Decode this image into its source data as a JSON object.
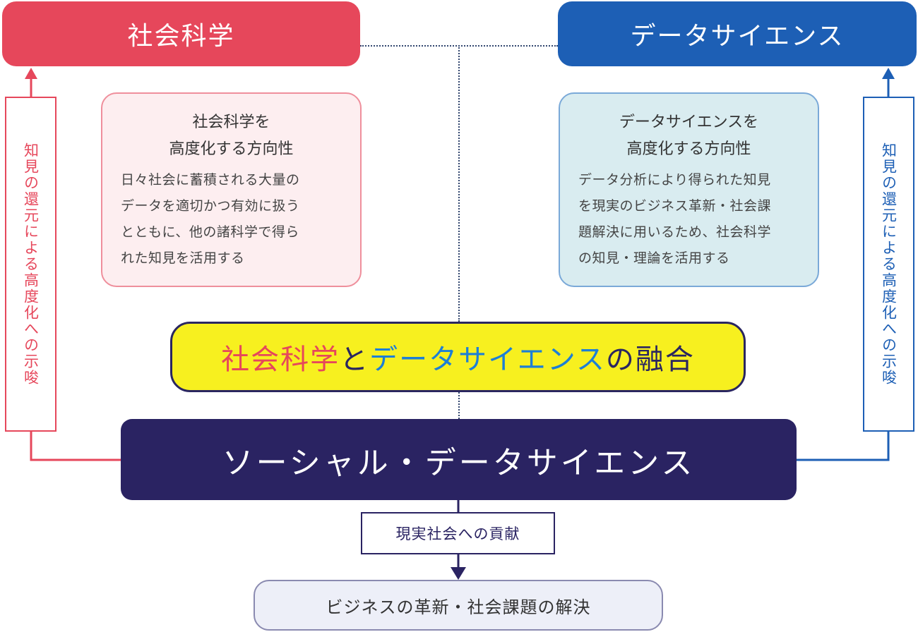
{
  "headers": {
    "left": "社会科学",
    "right": "データサイエンス"
  },
  "left_panel": {
    "title": "社会科学を\n高度化する方向性",
    "body": "日々社会に蓄積される大量の\nデータを適切かつ有効に扱う\nとともに、他の諸科学で得ら\nれた知見を活用する"
  },
  "right_panel": {
    "title": "データサイエンスを\n高度化する方向性",
    "body": "データ分析により得られた知見\nを現実のビジネス革新・社会課\n題解決に用いるため、社会科学\nの知見・理論を活用する"
  },
  "side_notes": {
    "left": "知見の還元による高度化への示唆",
    "right": "知見の還元による高度化への示唆"
  },
  "fusion": {
    "part1": "社会科学",
    "part2": "と",
    "part3": "データサイエンス",
    "part4": "の融合"
  },
  "main_box": "ソーシャル・データサイエンス",
  "contribution": "現実社会への貢献",
  "result": "ビジネスの革新・社会課題の解決",
  "colors": {
    "social_science": "#e6475b",
    "data_science": "#1d5fb5",
    "fusion_bg": "#f7f01f",
    "main_box": "#2a2362"
  }
}
